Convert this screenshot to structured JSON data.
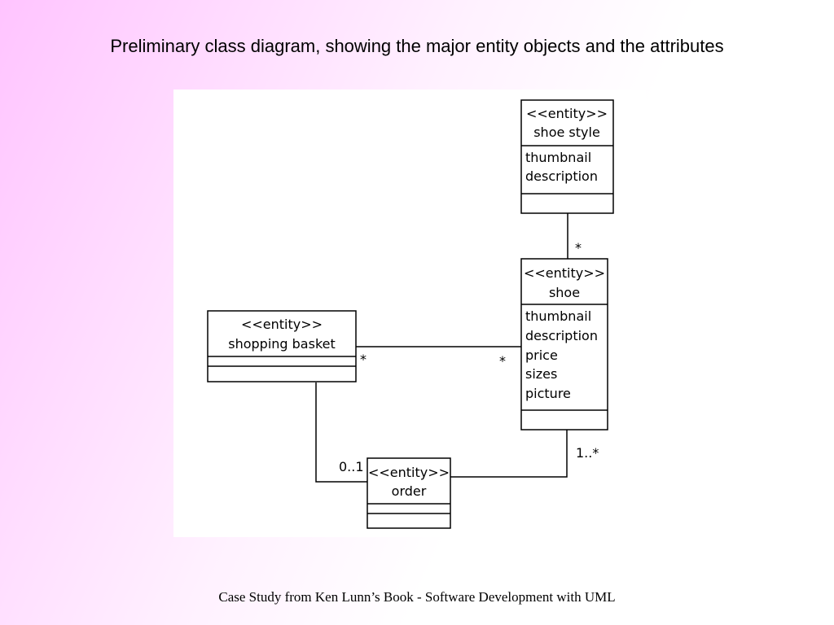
{
  "slide": {
    "title": "Preliminary class diagram, showing the major entity objects and the attributes",
    "footer": "Case Study from Ken Lunn’s Book - Software Development with UML"
  },
  "classes": {
    "shoe_style": {
      "stereotype": "<<entity>>",
      "name": "shoe style",
      "attributes": [
        "thumbnail",
        "description"
      ]
    },
    "shoe": {
      "stereotype": "<<entity>>",
      "name": "shoe",
      "attributes": [
        "thumbnail",
        "description",
        "price",
        "sizes",
        "picture"
      ]
    },
    "shopping_basket": {
      "stereotype": "<<entity>>",
      "name": "shopping basket",
      "attributes": []
    },
    "order": {
      "stereotype": "<<entity>>",
      "name": "order",
      "attributes": []
    }
  },
  "associations": {
    "shoe_style_shoe": {
      "shoe_end": "*"
    },
    "basket_shoe": {
      "basket_end": "*",
      "shoe_end": "*"
    },
    "basket_order": {
      "order_end": "0..1"
    },
    "shoe_order": {
      "shoe_end": "1..*"
    }
  }
}
